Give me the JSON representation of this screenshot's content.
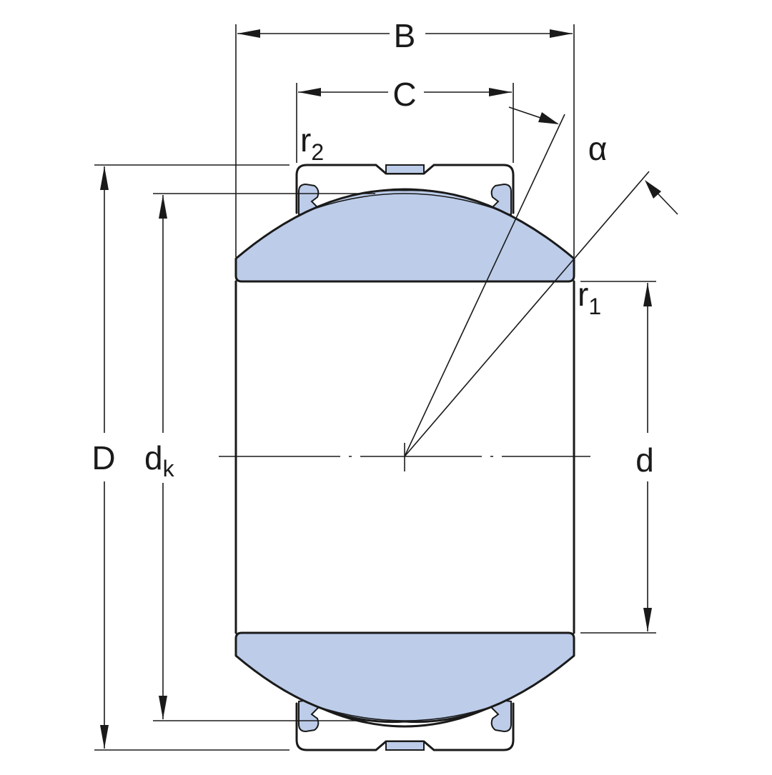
{
  "diagram": {
    "labels": {
      "B": "B",
      "C": "C",
      "D": "D",
      "d": "d",
      "dk_main": "d",
      "dk_sub": "k",
      "r1_main": "r",
      "r1_sub": "1",
      "r2_main": "r",
      "r2_sub": "2",
      "alpha": "α"
    },
    "colors": {
      "fill": "#bccce9",
      "line": "#1a1a1a",
      "background": "#ffffff"
    }
  }
}
